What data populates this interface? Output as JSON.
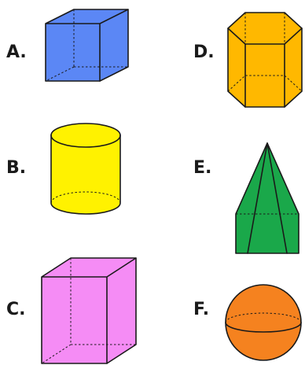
{
  "labels": {
    "a": "A.",
    "b": "B.",
    "c": "C.",
    "d": "D.",
    "e": "E.",
    "f": "F."
  },
  "shapes": {
    "a": {
      "name": "cube",
      "color": "#5b87f5"
    },
    "b": {
      "name": "cylinder",
      "color": "#fff200"
    },
    "c": {
      "name": "rectangular-prism",
      "color": "#f58cf5"
    },
    "d": {
      "name": "hexagonal-prism",
      "color": "#ffb800"
    },
    "e": {
      "name": "square-pyramid",
      "color": "#1aa84a"
    },
    "f": {
      "name": "sphere",
      "color": "#f5821f"
    }
  }
}
